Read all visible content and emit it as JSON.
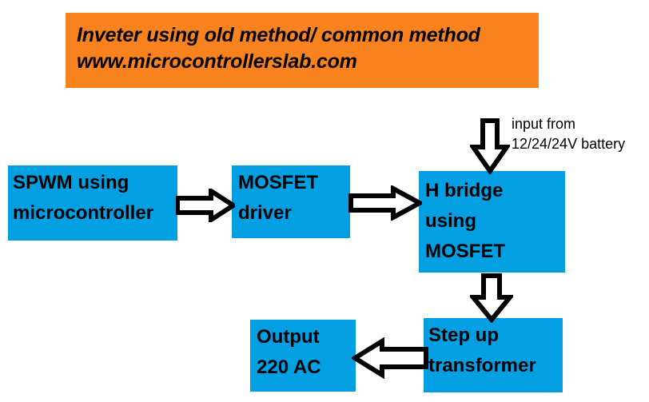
{
  "banner": {
    "title_line1": "Inveter using old method/ common method",
    "title_line2": "www.microcontrollerslab.com",
    "background_color": "#F7821E",
    "text_color": "#000000"
  },
  "diagram": {
    "box_color": "#029FE3",
    "arrow_fill": "#FFFFFF",
    "arrow_stroke": "#000000",
    "blocks": [
      {
        "id": "spwm",
        "line1": "SPWM using",
        "line2": "microcontroller",
        "line3": ""
      },
      {
        "id": "mosfet",
        "line1": "MOSFET",
        "line2": "driver",
        "line3": ""
      },
      {
        "id": "hbridge",
        "line1": "H bridge",
        "line2": "using",
        "line3": "MOSFET"
      },
      {
        "id": "stepup",
        "line1": "Step up",
        "line2": "transformer",
        "line3": ""
      },
      {
        "id": "output",
        "line1": "Output",
        "line2": "220 AC",
        "line3": ""
      }
    ],
    "annotations": [
      {
        "id": "battery-input",
        "line1": "input from",
        "line2": "12/24/24V battery"
      }
    ],
    "arrows": [
      {
        "id": "spwm-to-mosfet",
        "direction": "right"
      },
      {
        "id": "mosfet-to-hbridge",
        "direction": "right"
      },
      {
        "id": "battery-to-hbridge",
        "direction": "down"
      },
      {
        "id": "hbridge-to-stepup",
        "direction": "down"
      },
      {
        "id": "stepup-to-output",
        "direction": "left"
      }
    ]
  }
}
